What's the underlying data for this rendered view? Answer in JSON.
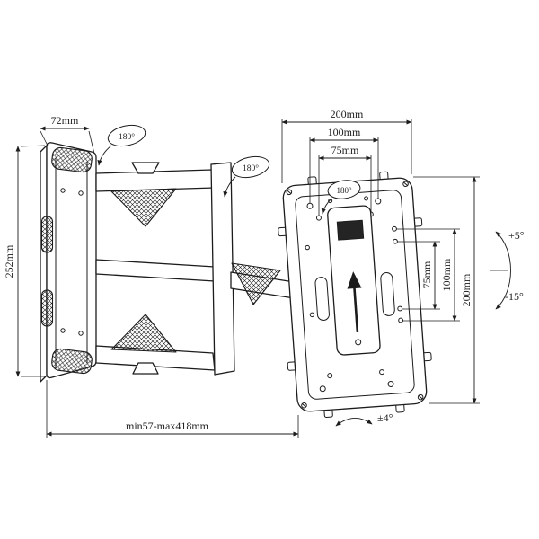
{
  "diagram": {
    "colors": {
      "line": "#1c1c1c",
      "background": "#ffffff"
    },
    "labels": {
      "bracket_width": "72mm",
      "bracket_height": "252mm",
      "swivel_arm_left": "180&#176;",
      "swivel_arm_right": "180&#176;",
      "plate_rotation": "180&#176;",
      "vesa_width_200": "200mm",
      "vesa_width_100": "100mm",
      "vesa_width_75": "75mm",
      "vesa_height_75": "75mm",
      "vesa_height_100": "100mm",
      "vesa_height_200": "200mm",
      "tilt_up": "+5&#176;",
      "tilt_down": "-15&#176;",
      "level_adjust": "&#177;4&#176;",
      "extension_range": "min57-max418mm"
    }
  }
}
